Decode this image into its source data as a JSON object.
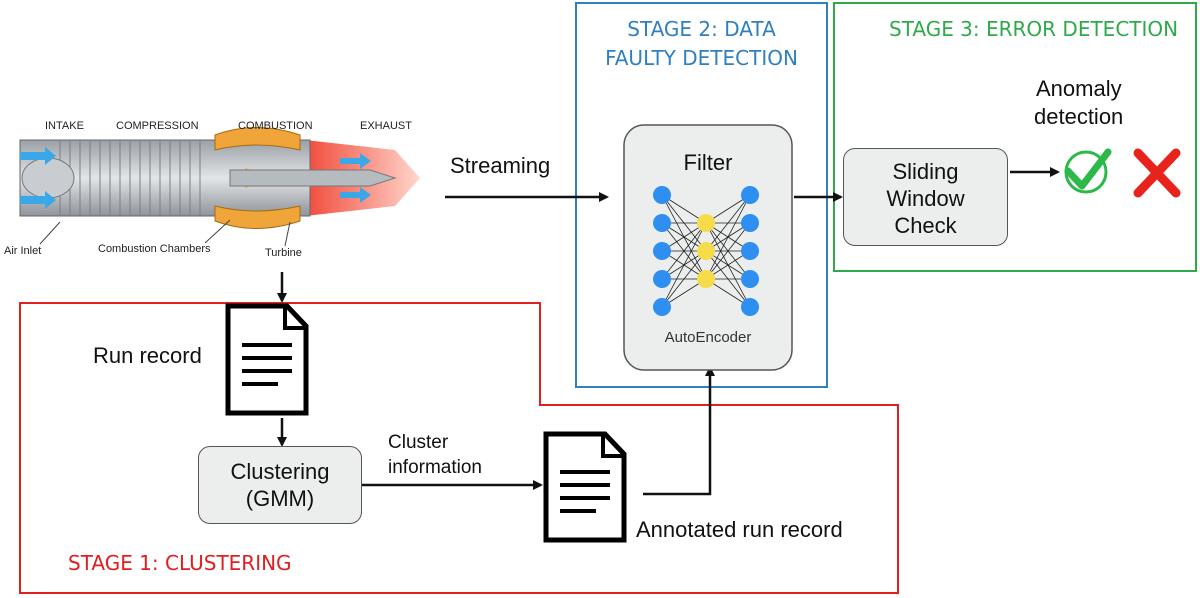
{
  "stage1": {
    "title": "STAGE 1: CLUSTERING",
    "color": "#e02020"
  },
  "stage2": {
    "title_line1": "STAGE 2: DATA",
    "title_line2": "FAULTY DETECTION",
    "color": "#2f7fc1"
  },
  "stage3": {
    "title": "STAGE 3: ERROR DETECTION",
    "color": "#2eaa4a"
  },
  "engine": {
    "labels": {
      "intake": "INTAKE",
      "compression": "COMPRESSION",
      "combustion": "COMBUSTION",
      "exhaust": "EXHAUST",
      "air_inlet": "Air Inlet",
      "chambers": "Combustion Chambers",
      "turbine": "Turbine"
    }
  },
  "labels": {
    "streaming": "Streaming",
    "run_record": "Run record",
    "cluster_info_line1": "Cluster",
    "cluster_info_line2": "information",
    "annotated": "Annotated run record",
    "anomaly_line1": "Anomaly",
    "anomaly_line2": "detection"
  },
  "boxes": {
    "clustering_line1": "Clustering",
    "clustering_line2": "(GMM)",
    "filter": "Filter",
    "autoencoder": "AutoEncoder",
    "sliding_line1": "Sliding",
    "sliding_line2": "Window",
    "sliding_line3": "Check"
  },
  "icons": {
    "ok": "check-circle-icon",
    "fail": "red-x-icon"
  },
  "colors": {
    "node_blue": "#2f8ff0",
    "node_yellow": "#f7dc4a",
    "check_green": "#2db84a",
    "x_red": "#e8231c"
  }
}
